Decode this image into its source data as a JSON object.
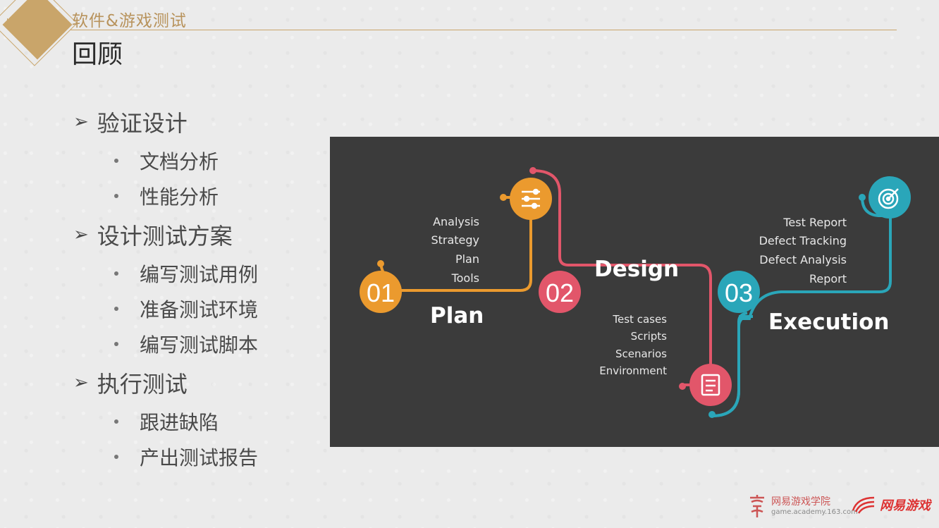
{
  "header": {
    "brand": "软件&游戏测试",
    "title": "回顾"
  },
  "outline": [
    {
      "label": "验证设计",
      "children": [
        "文档分析",
        "性能分析"
      ]
    },
    {
      "label": "设计测试方案",
      "children": [
        "编写测试用例",
        "准备测试环境",
        "编写测试脚本"
      ]
    },
    {
      "label": "执行测试",
      "children": [
        "跟进缺陷",
        "产出测试报告"
      ]
    }
  ],
  "infographic": {
    "steps": [
      {
        "number": "01",
        "title": "Plan",
        "color": "#eb9a2e",
        "items": [
          "Analysis",
          "Strategy",
          "Plan",
          "Tools"
        ],
        "icon": "sliders-icon"
      },
      {
        "number": "02",
        "title": "Design",
        "color": "#e2566a",
        "items": [
          "Test cases",
          "Scripts",
          "Scenarios",
          "Environment"
        ],
        "icon": "checklist-icon"
      },
      {
        "number": "03",
        "title": "Execution",
        "color": "#2aa6b9",
        "items": [
          "Test Report",
          "Defect Tracking",
          "Defect Analysis",
          "Report"
        ],
        "icon": "target-icon"
      }
    ]
  },
  "footer": {
    "academy_name": "网易游戏学院",
    "academy_url": "game.academy.163.com",
    "games_name": "网易游戏"
  },
  "colors": {
    "gold": "#c9a56a",
    "plan": "#eb9a2e",
    "design": "#e2566a",
    "execution": "#2aa6b9"
  }
}
